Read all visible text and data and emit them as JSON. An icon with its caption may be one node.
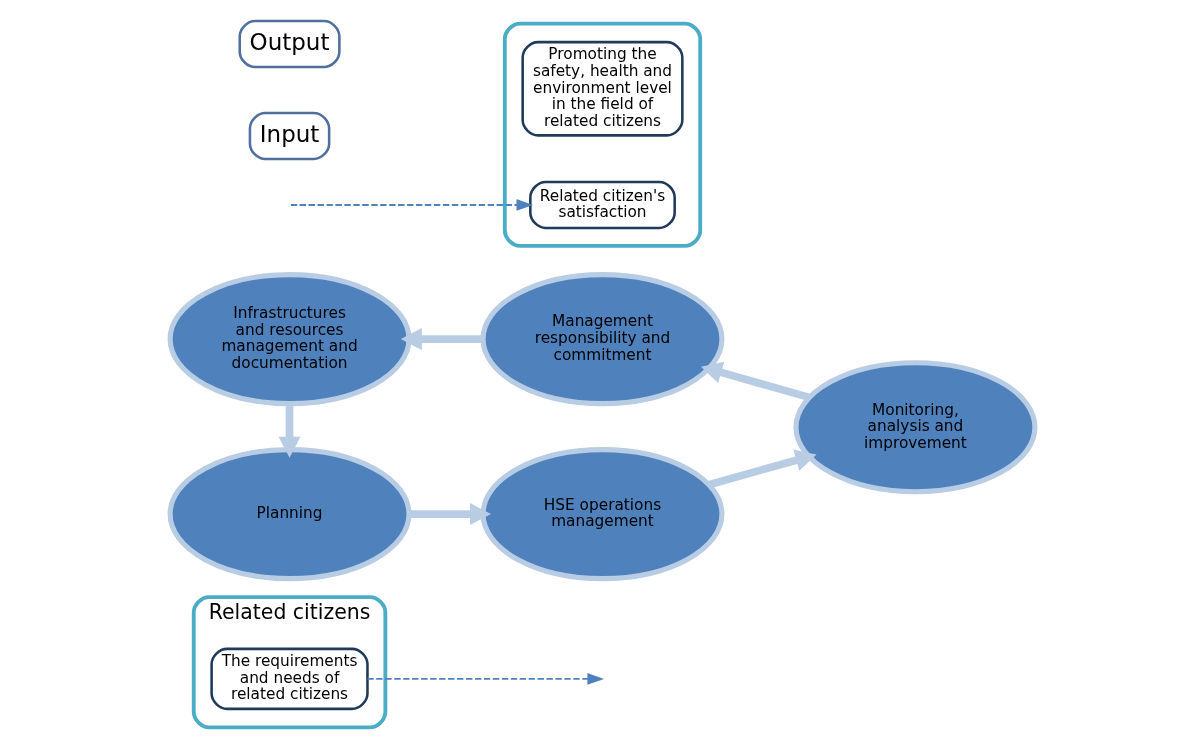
{
  "diagram": {
    "nodes": [
      {
        "text": [
          "Related citizens"
        ]
      },
      {
        "text": [
          "The requirements and needs of related citizens"
        ],
        "in": 0
      },
      {
        "text": [
          "Infrastructures and resources management and documentation"
        ]
      },
      {
        "text": [
          "Management responsibility and commitment"
        ]
      },
      {
        "text": [
          "Planning"
        ]
      },
      {
        "text": [
          "Monitoring, analysis and improvement"
        ]
      },
      {
        "text": [
          "HSE operations management"
        ]
      },
      {
        "text": [],
        "shape": "box"
      },
      {
        "text": [
          "Promoting the safety, health and environment level in the field of related citizens"
        ],
        "in": 7
      },
      {
        "text": [
          "Related citizen's satisfaction"
        ],
        "in": 7
      },
      {
        "text": [
          "Input"
        ]
      },
      {
        "text": [
          "Output"
        ]
      }
    ],
    "edges": [
      {
        "from": 1,
        "to": null,
        "arrow": "to",
        "style": "dashed",
        "color": "#4f81bd"
      },
      {
        "from": null,
        "to": 9,
        "arrow": "to",
        "style": "dashed",
        "color": "#4f81bd"
      },
      {
        "from": 3,
        "to": 2,
        "arrow": "to"
      },
      {
        "from": 2,
        "to": 4,
        "arrow": "to"
      },
      {
        "from": 4,
        "to": 6,
        "arrow": "to"
      },
      {
        "from": 6,
        "to": 5,
        "arrow": "to"
      },
      {
        "from": 5,
        "to": 3,
        "arrow": "to"
      }
    ]
  }
}
